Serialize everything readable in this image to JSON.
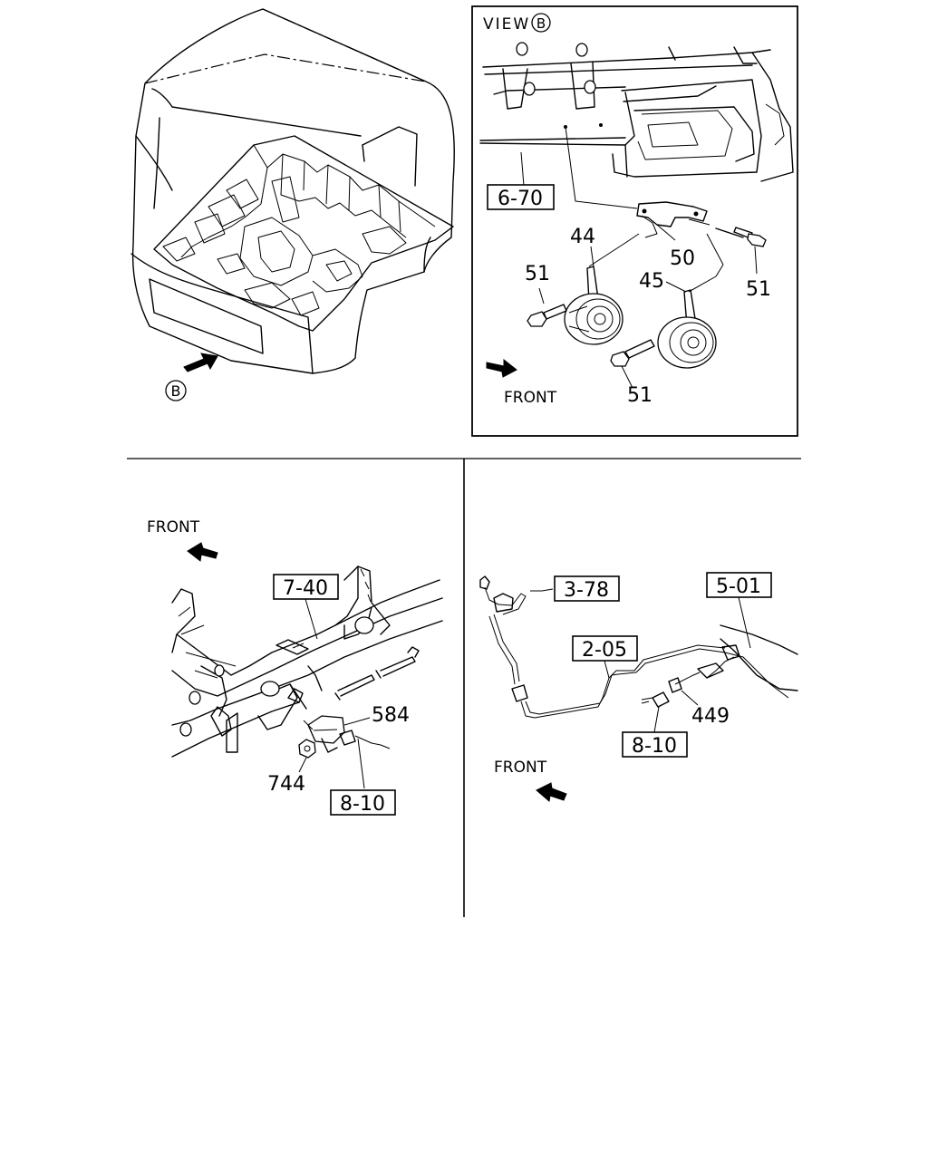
{
  "view_b": {
    "title": "VIEW",
    "marker": "B",
    "front_label": "FRONT",
    "refs": {
      "r1": "6-70"
    },
    "parts": {
      "p44": "44",
      "p45": "45",
      "p50": "50",
      "p51a": "51",
      "p51b": "51",
      "p51c": "51"
    }
  },
  "cab": {
    "marker": "B"
  },
  "lower_left": {
    "front_label": "FRONT",
    "refs": {
      "r1": "7-40",
      "r2": "8-10"
    },
    "parts": {
      "p584": "584",
      "p744": "744"
    }
  },
  "lower_right": {
    "front_label": "FRONT",
    "refs": {
      "r1": "3-78",
      "r2": "5-01",
      "r3": "2-05",
      "r4": "8-10"
    },
    "parts": {
      "p449": "449"
    }
  }
}
